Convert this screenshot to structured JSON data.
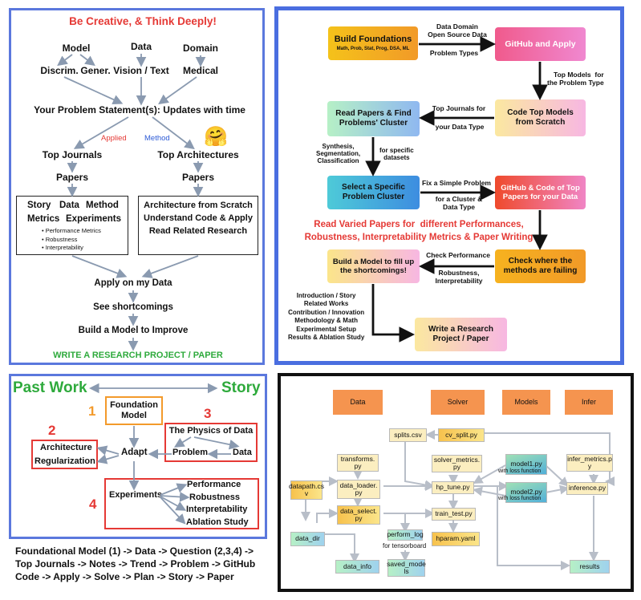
{
  "panel1": {
    "title": "Be Creative, & Think Deeply!",
    "top_row": [
      "Model",
      "Data",
      "Domain"
    ],
    "second_row": [
      "Discrim.",
      "Gener.",
      "Vision / Text",
      "Medical"
    ],
    "problem_statement": "Your Problem Statement(s): Updates with time",
    "applied": "Applied",
    "method": "Method",
    "left_branch": [
      "Top Journals",
      "Papers"
    ],
    "right_branch": [
      "Top Architectures",
      "Papers"
    ],
    "left_box": {
      "row1": [
        "Story",
        "Data",
        "Method"
      ],
      "row2": [
        "Metrics",
        "Experiments"
      ],
      "bullets": [
        "Performance Metrics",
        "Robustness",
        "Interpretability"
      ]
    },
    "right_box": [
      "Architecture from Scratch",
      "Understand Code & Apply",
      "Read Related Research"
    ],
    "steps": [
      "Apply on my Data",
      "See shortcomings",
      "Build a Model to Improve"
    ],
    "footer": "WRITE A RESEARCH PROJECT / PAPER",
    "emoji": "🤗"
  },
  "panel2": {
    "build_foundations": "Build Foundations",
    "build_foundations_sub": "Math, Prob, Stat, Prog, DSA, ML",
    "github_apply": "GitHub and Apply",
    "edge_bf_gh_top": "Data Domain\nOpen Source Data",
    "edge_bf_gh_bottom": "Problem Types",
    "edge_gh_code": "Top Models  for\nthe Problem Type",
    "code_top_models": "Code Top Models\nfrom Scratch",
    "edge_code_read_top": "Top Journals for",
    "edge_code_read_bottom": "your Data Type",
    "read_papers": "Read Papers & Find\nProblems' Cluster",
    "edge_read_select_left": "Synthesis,\nSegmentation,\nClassification",
    "edge_read_select_right": "for specific\ndatasets",
    "select_cluster": "Select a Specific\nProblem Cluster",
    "edge_select_gh_top": "Fix a Simple Problem",
    "edge_select_gh_bottom": "for a Cluster &\nData Type",
    "github_code_top": "GitHub & Code of Top\nPapers for your Data",
    "red_note": "Read Varied Papers for  different Performances,\nRobustness, Interpretability Metrics & Paper Writing",
    "build_model_fill": "Build a Model to fill up\nthe shortcomings!",
    "edge_check_build_top": "Check Performance",
    "edge_check_build_bottom": "Robustness,\nInterpretability",
    "check_where": "Check where the\nmethods are failing",
    "writing_list": "Introduction / Story\nRelated Works\nContribution / Innovation\nMethodology & Math\nExperimental Setup\nResults & Ablation Study",
    "write_paper": "Write a Research\nProject / Paper"
  },
  "panel3": {
    "past_work": "Past Work",
    "story": "Story",
    "num1": "1",
    "num2": "2",
    "num3": "3",
    "num4": "4",
    "foundation_model": "Foundation\nModel",
    "adapt": "Adapt",
    "arch_reg": [
      "Architecture",
      "Regularization"
    ],
    "physics_title": "The Physics of Data",
    "problem": "Problem",
    "data": "Data",
    "experiments": "Experiments",
    "exp_items": [
      "Performance",
      "Robustness",
      "Interpretability",
      "Ablation Study"
    ]
  },
  "panel4": {
    "text": "Foundational Model (1) -> Data -> Question (2,3,4) ->\nTop Journals -> Notes -> Trend -> Problem -> GitHub\nCode -> Apply -> Solve -> Plan -> Story -> Paper"
  },
  "panel5": {
    "headers": [
      "Data",
      "Solver",
      "Models",
      "Infer"
    ],
    "files": {
      "splits": "splits.csv",
      "cv_split": "cv_split.py",
      "transforms": "transforms.\npy",
      "solver_metrics": "solver_metrics.\npy",
      "model1": "model1.py",
      "model1_sub": "with loss function",
      "infer_metrics": "infer_metrics.p\ny",
      "datapath": "datapath.cs\nv",
      "data_loader": "data_loader.\npy",
      "hp_tune": "hp_tune.py",
      "model2": "model2.py",
      "model2_sub": "with loss function",
      "inference": "inference.py",
      "data_select": "data_select.\npy",
      "train_test": "train_test.py",
      "data_dir": "data_dir",
      "perform_log": "perform_log",
      "perform_log_sub": "for tensorboard",
      "hparam": "hparam.yaml",
      "data_info": "data_info",
      "saved_models": "saved_mode\nls",
      "results": "results"
    }
  },
  "colors": {
    "blue_frame": "#4a6ee0",
    "red": "#e53935",
    "green": "#2eaa3c",
    "orange": "#f39a2b",
    "light_blue_box": "#5b7ed6"
  }
}
